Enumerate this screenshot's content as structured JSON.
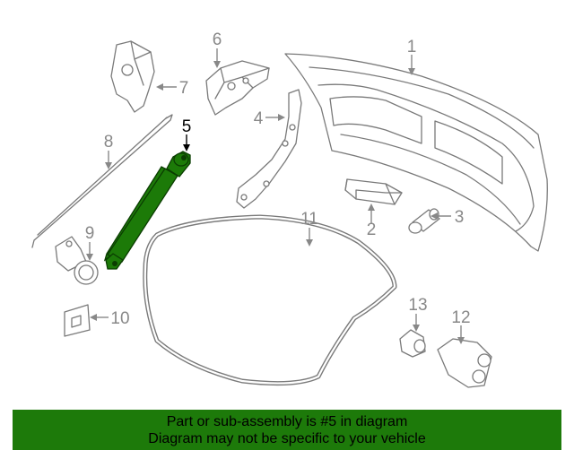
{
  "diagram": {
    "callouts": [
      {
        "id": "1",
        "label": "1"
      },
      {
        "id": "2",
        "label": "2"
      },
      {
        "id": "3",
        "label": "3"
      },
      {
        "id": "4",
        "label": "4"
      },
      {
        "id": "5",
        "label": "5"
      },
      {
        "id": "6",
        "label": "6"
      },
      {
        "id": "7",
        "label": "7"
      },
      {
        "id": "8",
        "label": "8"
      },
      {
        "id": "9",
        "label": "9"
      },
      {
        "id": "10",
        "label": "10"
      },
      {
        "id": "11",
        "label": "11"
      },
      {
        "id": "12",
        "label": "12"
      },
      {
        "id": "13",
        "label": "13"
      }
    ],
    "highlighted_part": "5",
    "highlight_color": "#1d7a0a",
    "line_color": "#7a7a7a"
  },
  "banner": {
    "line1": "Part or sub-assembly is #5 in diagram",
    "line2": "Diagram may not be specific to your vehicle",
    "background": "#1d7a0a"
  }
}
